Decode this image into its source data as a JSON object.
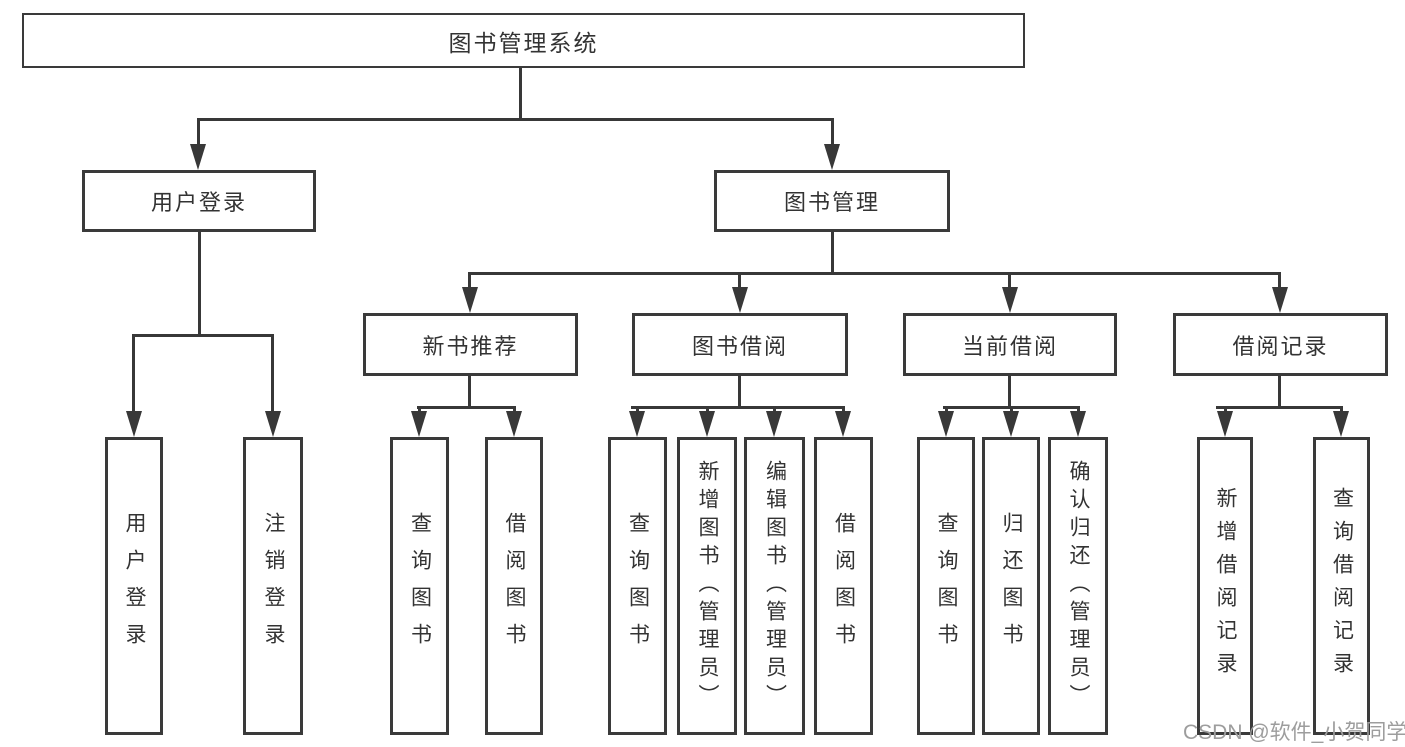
{
  "colors": {
    "line": "#383838",
    "box_border": "#3a3a3a",
    "text": "#333333",
    "watermark": "#9d9d9d",
    "background": "#ffffff"
  },
  "tree": {
    "root": {
      "label": "图书管理系统"
    },
    "branches": [
      {
        "label": "用户登录",
        "children": [
          {
            "label": "用户登录"
          },
          {
            "label": "注销登录"
          }
        ]
      },
      {
        "label": "图书管理",
        "children": [
          {
            "label": "新书推荐",
            "children": [
              {
                "label": "查询图书"
              },
              {
                "label": "借阅图书"
              }
            ]
          },
          {
            "label": "图书借阅",
            "children": [
              {
                "label": "查询图书"
              },
              {
                "label": "新增图书（管理员）"
              },
              {
                "label": "编辑图书（管理员）"
              },
              {
                "label": "借阅图书"
              }
            ]
          },
          {
            "label": "当前借阅",
            "children": [
              {
                "label": "查询图书"
              },
              {
                "label": "归还图书"
              },
              {
                "label": "确认归还（管理员）"
              }
            ]
          },
          {
            "label": "借阅记录",
            "children": [
              {
                "label": "新增借阅记录"
              },
              {
                "label": "查询借阅记录"
              }
            ]
          }
        ]
      }
    ]
  },
  "watermark": {
    "text": "CSDN @软件_小贺同学"
  }
}
